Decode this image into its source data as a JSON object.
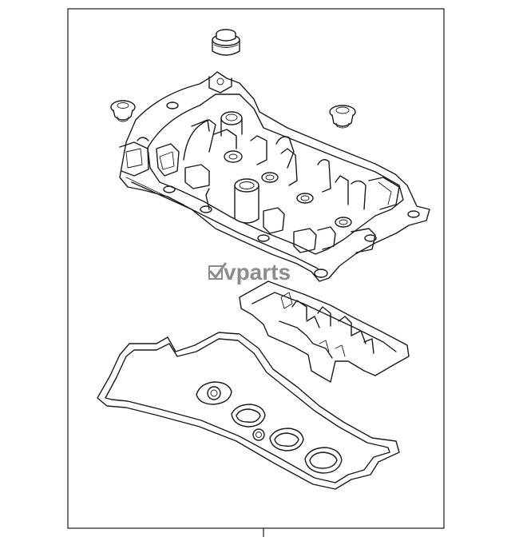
{
  "watermark": {
    "brand": "vparts",
    "logo_icon": "v-check-logo-icon",
    "color": "#8c8c8c"
  },
  "diagram": {
    "line_color": "#1a1a1a",
    "background": "#ffffff",
    "parts": [
      "cylinder-head-cover",
      "oil-filler-cap",
      "grommet",
      "grommet",
      "baffle-plate",
      "cover-gasket"
    ]
  }
}
